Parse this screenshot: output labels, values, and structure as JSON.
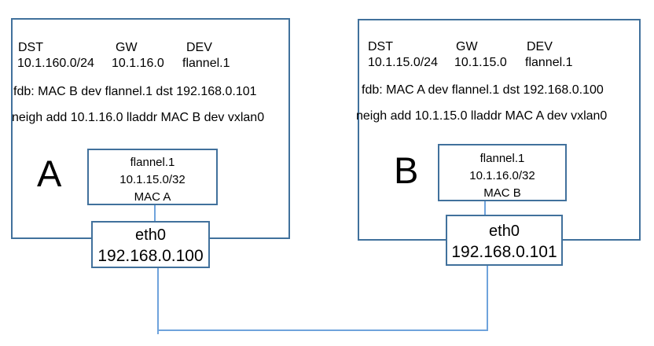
{
  "colors": {
    "box_border": "#41719c",
    "connector": "#6fa3dc",
    "text": "#000000",
    "bg": "#ffffff"
  },
  "hosts": {
    "a": {
      "label": "A",
      "route": {
        "header": {
          "dst": "DST",
          "gw": "GW",
          "dev": "DEV"
        },
        "row": {
          "dst": "10.1.160.0/24",
          "gw": "10.1.16.0",
          "dev": "flannel.1"
        }
      },
      "fdb": "fdb: MAC B dev flannel.1 dst 192.168.0.101",
      "neigh": "neigh add 10.1.16.0 lladdr MAC B dev vxlan0",
      "flannel": {
        "name": "flannel.1",
        "ip": "10.1.15.0/32",
        "mac": "MAC A"
      },
      "eth": {
        "name": "eth0",
        "ip": "192.168.0.100"
      }
    },
    "b": {
      "label": "B",
      "route": {
        "header": {
          "dst": "DST",
          "gw": "GW",
          "dev": "DEV"
        },
        "row": {
          "dst": "10.1.15.0/24",
          "gw": "10.1.15.0",
          "dev": "flannel.1"
        }
      },
      "fdb": "fdb: MAC A dev flannel.1 dst 192.168.0.100",
      "neigh": "neigh add 10.1.15.0 lladdr MAC A dev vxlan0",
      "flannel": {
        "name": "flannel.1",
        "ip": "10.1.16.0/32",
        "mac": "MAC B"
      },
      "eth": {
        "name": "eth0",
        "ip": "192.168.0.101"
      }
    }
  }
}
